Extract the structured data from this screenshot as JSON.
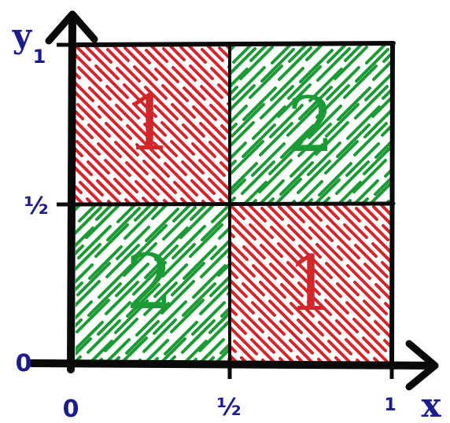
{
  "axes": {
    "x_letter": "x",
    "y_letter": "y",
    "x_ticks": [
      "0",
      "½",
      "1"
    ],
    "y_ticks": [
      "0",
      "½",
      "1"
    ]
  },
  "regions": [
    {
      "id": "top-left",
      "label": "1",
      "color": "#d2262b",
      "hatch": "down"
    },
    {
      "id": "top-right",
      "label": "2",
      "color": "#1b9a35",
      "hatch": "up"
    },
    {
      "id": "bottom-left",
      "label": "2",
      "color": "#1b9a35",
      "hatch": "up"
    },
    {
      "id": "bottom-right",
      "label": "1",
      "color": "#d2262b",
      "hatch": "down"
    }
  ],
  "colors": {
    "ink": "#0a0a0a",
    "labels": "#1c1c8c",
    "red": "#d2262b",
    "green": "#1b9a35"
  }
}
